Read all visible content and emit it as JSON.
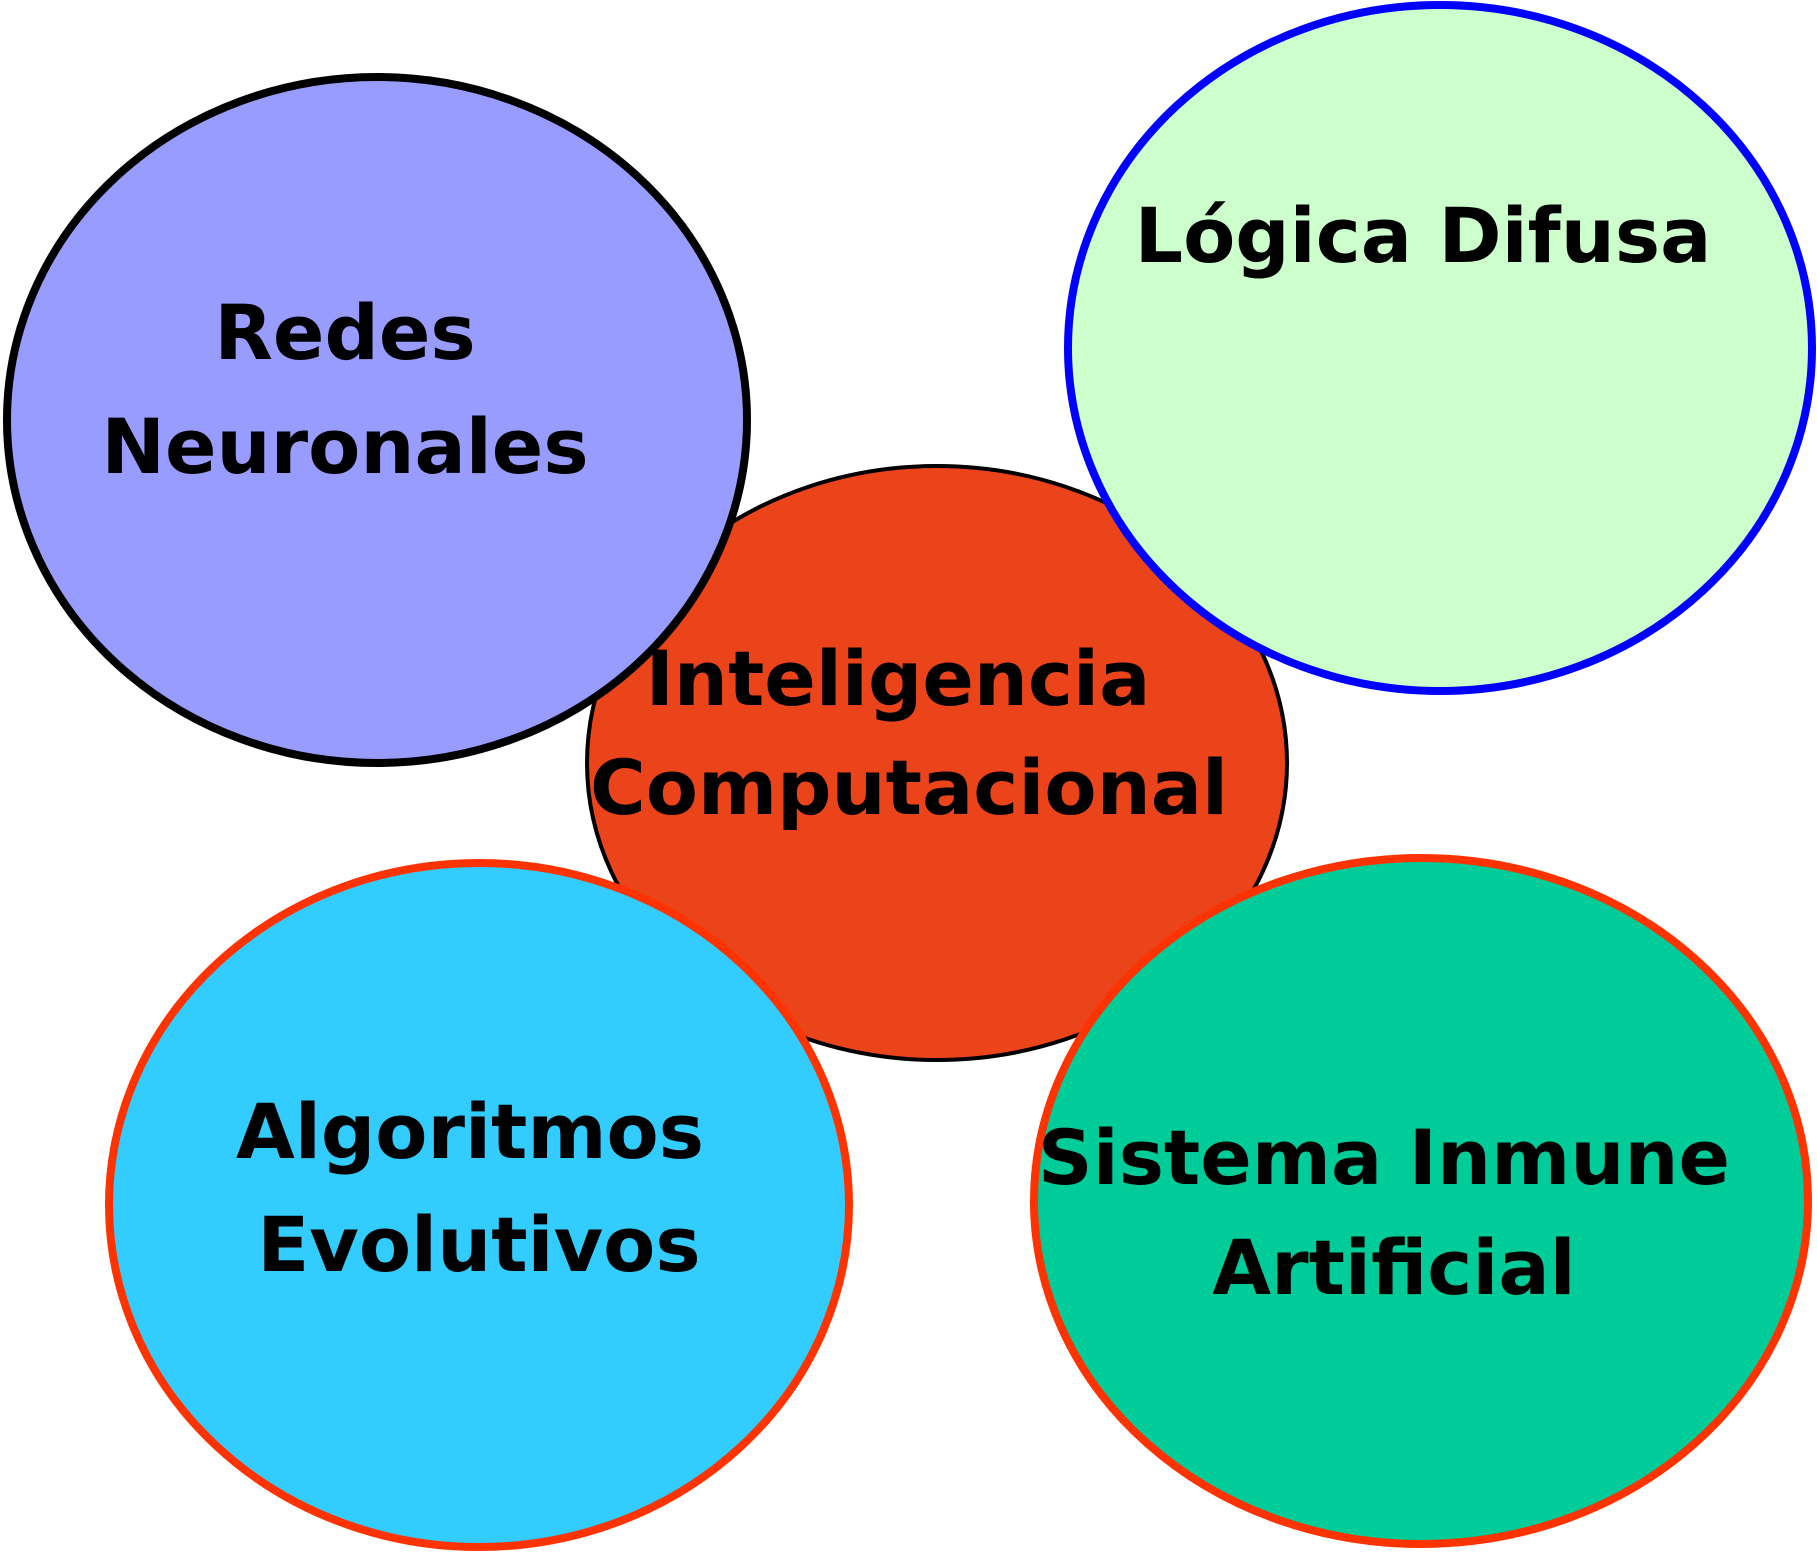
{
  "diagram": {
    "center": {
      "lines": [
        "Inteligencia",
        "Computacional"
      ],
      "fill": "#EC441A",
      "stroke": "#000000"
    },
    "nodes": [
      {
        "id": "redes-neuronales",
        "lines": [
          "Redes",
          "Neuronales"
        ],
        "fill": "#999CFF",
        "stroke": "#000000"
      },
      {
        "id": "logica-difusa",
        "lines": [
          "Lógica Difusa"
        ],
        "fill": "#CCFFCC",
        "stroke": "#0000FF"
      },
      {
        "id": "algoritmos-evolutivos",
        "lines": [
          "Algoritmos",
          "Evolutivos"
        ],
        "fill": "#33CCFF",
        "stroke": "#FF3300"
      },
      {
        "id": "sistema-inmune-artificial",
        "lines": [
          "Sistema Inmune",
          "Artificial"
        ],
        "fill": "#00CC99",
        "stroke": "#FF3300"
      }
    ]
  }
}
